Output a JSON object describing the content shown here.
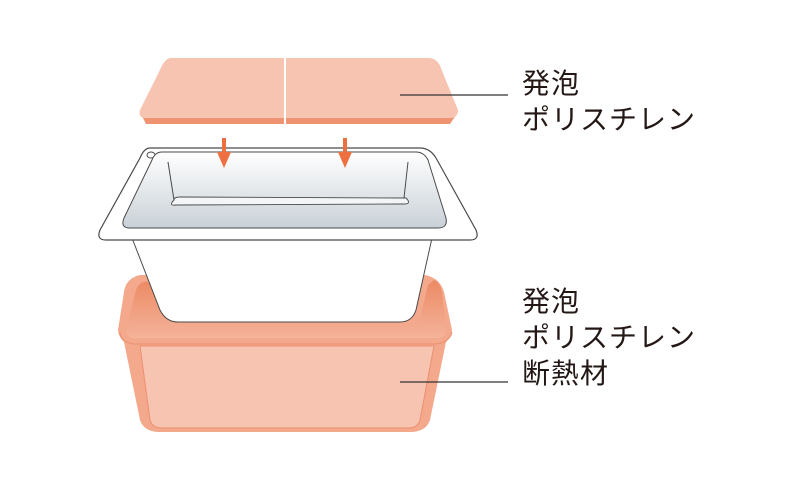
{
  "labels": {
    "top": {
      "line1": "発泡",
      "line2": "ポリスチレン"
    },
    "bottom": {
      "line1": "発泡",
      "line2": "ポリスチレン",
      "line3": "断熱材"
    }
  },
  "parts": [
    {
      "name": "lid",
      "material": "発泡ポリスチレン"
    },
    {
      "name": "bathtub"
    },
    {
      "name": "insulation-base",
      "material": "発泡ポリスチレン断熱材"
    }
  ],
  "colors": {
    "foam_light": "#f7c4b2",
    "foam_edge": "#ee9472",
    "foam_inner": "#ef9a78",
    "arrow": "#ee7040",
    "outline": "#4a4a4a",
    "text": "#231815"
  }
}
